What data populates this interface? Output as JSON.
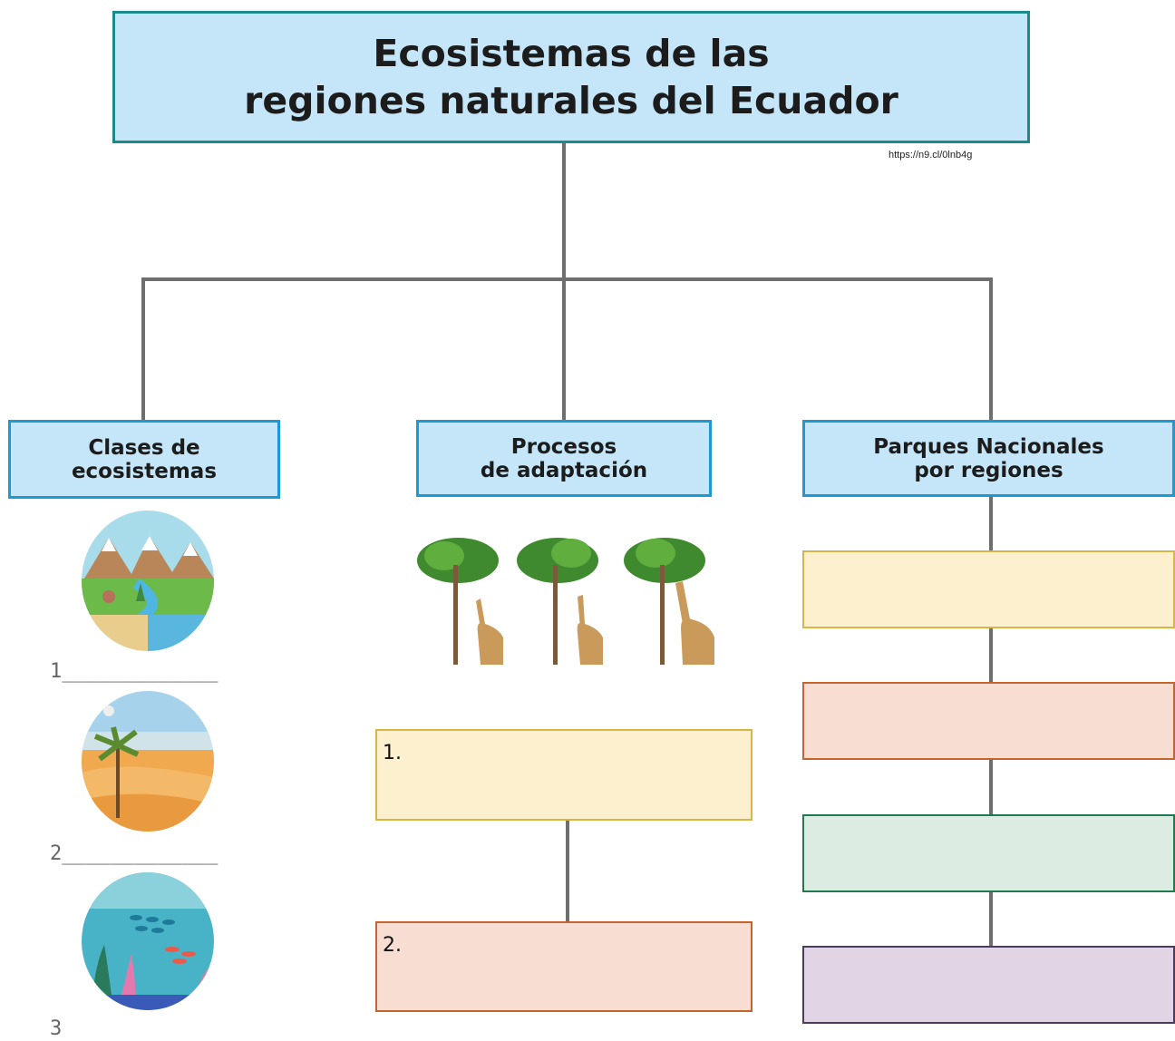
{
  "title": {
    "line1": "Ecosistemas de las",
    "line2": "regiones naturales del Ecuador"
  },
  "source_link": "https://n9.cl/0lnb4g",
  "categories": [
    {
      "line1": "Clases de",
      "line2": "ecosistemas"
    },
    {
      "line1": "Procesos",
      "line2": "de adaptación"
    },
    {
      "line1": "Parques Nacionales",
      "line2": "por regiones"
    }
  ],
  "ecosystem_blanks": [
    "1_____________",
    "2_____________",
    "3"
  ],
  "adaptation_boxes": [
    "1.",
    "2."
  ],
  "colors": {
    "title_fill": "#c5e6f8",
    "title_border": "#1a8a8a",
    "category_border": "#1b9ad6",
    "yellow_fill": "#fdf0cf",
    "yellow_border": "#d8b545",
    "peach_fill": "#f8ddd3",
    "peach_border": "#c5652c",
    "green_fill": "#dcece2",
    "green_border": "#1e7a4e",
    "lavender_fill": "#e0d4e5",
    "lavender_border": "#4a3a5e",
    "connector": "#6e6e6e"
  },
  "icons": [
    "mountain-landscape-image",
    "desert-image",
    "ocean-image",
    "giraffe-trees-image"
  ]
}
